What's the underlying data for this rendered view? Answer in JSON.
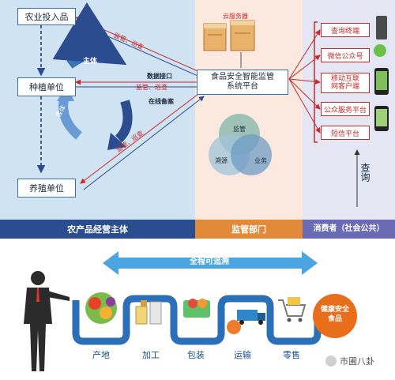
{
  "top": {
    "left_boxes": [
      "农业投入品",
      "种植单位",
      "养殖单位"
    ],
    "arrow_labels": [
      "监管、巡查",
      "监管、巡查",
      "监管、巡查"
    ],
    "mid_labels": [
      "数据接口",
      "在线备案"
    ],
    "loop_labels": [
      "主体",
      "客体"
    ],
    "server_label": "云服务器",
    "platform_label": [
      "食品安全智能监管",
      "系统平台"
    ],
    "venn": [
      "监管",
      "溯源",
      "业务"
    ],
    "right_boxes": [
      "查询终端",
      "微信公众号",
      "移动互联\n网客户端",
      "公众服务平台",
      "短信平台"
    ],
    "query_label": "查询",
    "footer": [
      "农产品经营主体",
      "监管部门",
      "消费者（社会公共）"
    ]
  },
  "bottom": {
    "trace_label": "全程可追溯",
    "stages": [
      "产地",
      "加工",
      "包装",
      "运输",
      "零售"
    ],
    "end_label": [
      "健康安全",
      "食品"
    ],
    "watermark": "市圃八卦"
  },
  "colors": {
    "left_bg": "#cfe3f3",
    "mid_bg": "#fbe9df",
    "right_bg": "#e4e6f4",
    "footer_left": "#2a4d8f",
    "footer_mid": "#e08a3a",
    "footer_right": "#6a6ab5",
    "red": "#c72b2b",
    "blue": "#2b6fb0",
    "orange": "#e86e1c"
  }
}
